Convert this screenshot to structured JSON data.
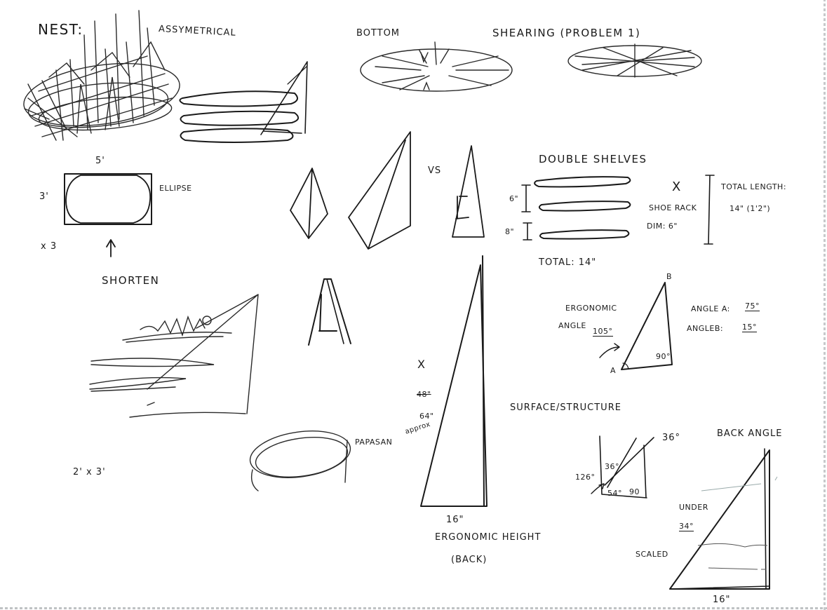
{
  "labels": {
    "nest": "NEST:",
    "assymetrical": "ASSYMETRICAL",
    "bottom": "BOTTOM",
    "shearing": "SHEARING (PROBLEM 1)",
    "five_ft": "5'",
    "three_ft": "3'",
    "ellipse": "ELLIPSE",
    "x3": "x 3",
    "shorten": "SHORTEN",
    "vs": "VS",
    "double_shelves": "DOUBLE SHELVES",
    "six_in": "6\"",
    "eight_in": "8\"",
    "x_mark": "X",
    "shoe_rack": "SHOE RACK",
    "dim": "DIM: 6\"",
    "total_length": "TOTAL LENGTH:",
    "total_length_value": "14\" (1'2\")",
    "total": "TOTAL: 14\"",
    "b_vertex": "B",
    "ergonomic_angle_1": "ERGONOMIC",
    "ergonomic_angle_2": "ANGLE",
    "angle_105": "105°",
    "a_vertex": "A",
    "ninety": "90°",
    "angle_a": "ANGLE A:",
    "angle_a_value": "75°",
    "angle_b": "ANGLEB:",
    "angle_b_value": "15°",
    "x_mark_2": "X",
    "crossed_48": "48\"",
    "sixty_four": "64\"",
    "approx": "approx",
    "papasan": "PAPASAN",
    "two_by_three": "2' x 3'",
    "sixteen_in": "16\"",
    "ergonomic_height": "ERGONOMIC HEIGHT",
    "back": "(BACK)",
    "surface_structure": "SURFACE/STRUCTURE",
    "thirty_six_deg": "36°",
    "back_angle": "BACK ANGLE",
    "one_twenty_six": "126°",
    "thirty_six_small": "36°",
    "fifty_four": "54°",
    "ninety_small": "90",
    "under": "UNDER",
    "thirty_four": "34°",
    "scaled": "SCALED",
    "sixteen_in_2": "16\""
  }
}
